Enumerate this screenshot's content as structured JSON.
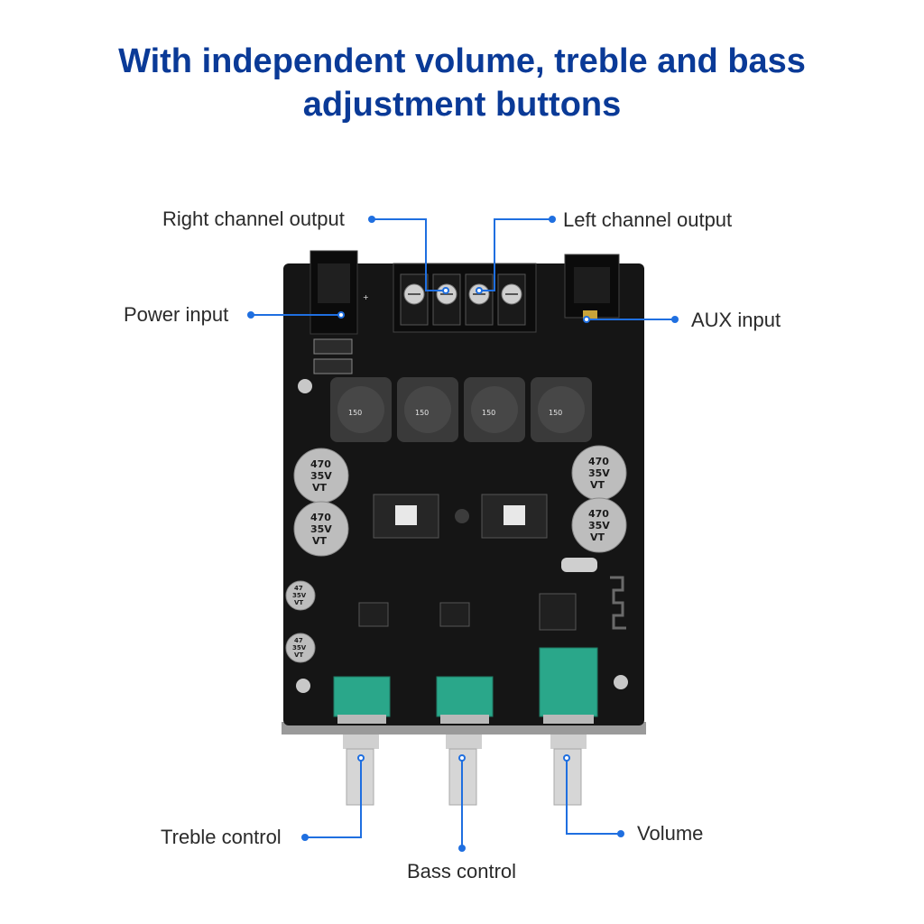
{
  "title": {
    "line1": "With independent volume, treble and bass",
    "line2": "adjustment buttons"
  },
  "callouts": {
    "right_channel_output": "Right channel output",
    "left_channel_output": "Left channel output",
    "power_input": "Power input",
    "aux_input": "AUX input",
    "treble_control": "Treble control",
    "bass_control": "Bass control",
    "volume": "Volume"
  },
  "board": {
    "inductor_marking": "150",
    "capacitor_large": [
      "470",
      "35V",
      "VT"
    ],
    "capacitor_small": [
      "47",
      "35V",
      "VT"
    ]
  },
  "colors": {
    "title": "#0a3a97",
    "callout_line": "#1f6fe0",
    "pcb": "#151515",
    "pot_body": "#2aa78a"
  }
}
